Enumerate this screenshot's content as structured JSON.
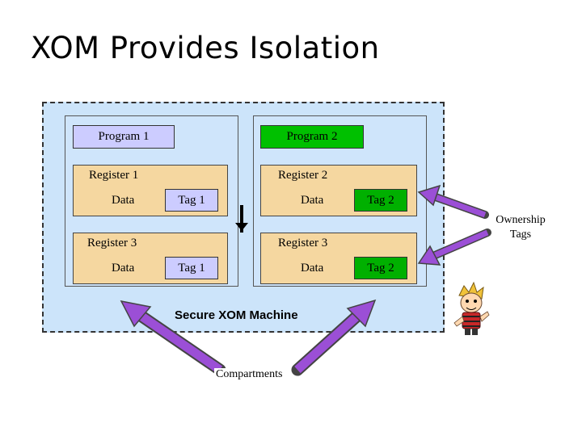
{
  "title": "XOM Provides Isolation",
  "compartment1": {
    "program": "Program 1",
    "register_a": {
      "name": "Register 1",
      "data": "Data",
      "tag": "Tag 1"
    },
    "register_b": {
      "name": "Register 3",
      "data": "Data",
      "tag": "Tag 1"
    }
  },
  "compartment2": {
    "program": "Program 2",
    "register_a": {
      "name": "Register 2",
      "data": "Data",
      "tag": "Tag 2"
    },
    "register_b": {
      "name": "Register 3",
      "data": "Data",
      "tag": "Tag 2"
    }
  },
  "machine_label": "Secure XOM Machine",
  "ownership_label": "Ownership Tags",
  "compartments_label": "Compartments",
  "colors": {
    "machine_bg": "#cce4fa",
    "register_bg": "#f5d7a0",
    "tag1": "#ccccff",
    "tag2": "#00b000",
    "arrow": "#9b4fd6"
  }
}
